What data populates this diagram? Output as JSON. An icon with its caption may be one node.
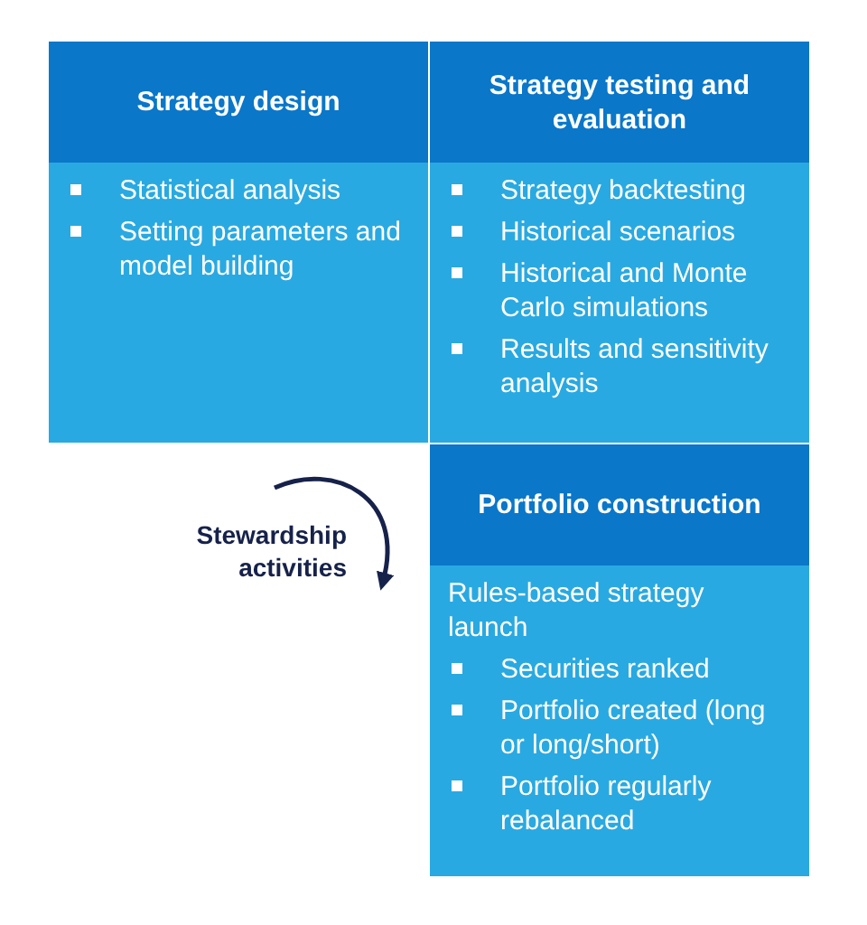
{
  "diagram": {
    "nodes": [
      {
        "text": [
          "Strategy design",
          "Statistical analysis",
          "Setting parameters and model building"
        ]
      },
      {
        "text": [
          "Strategy testing and evaluation",
          "Strategy backtesting",
          "Historical scenarios",
          "Historical and Monte Carlo simulations",
          "Results and sensitivity analysis"
        ]
      },
      {
        "text": [
          "Portfolio construction",
          "Rules-based strategy launch",
          "Securities ranked",
          "Portfolio created (long or long/short)",
          "Portfolio regularly rebalanced"
        ]
      }
    ],
    "labels": [
      "Stewardship activities"
    ]
  }
}
